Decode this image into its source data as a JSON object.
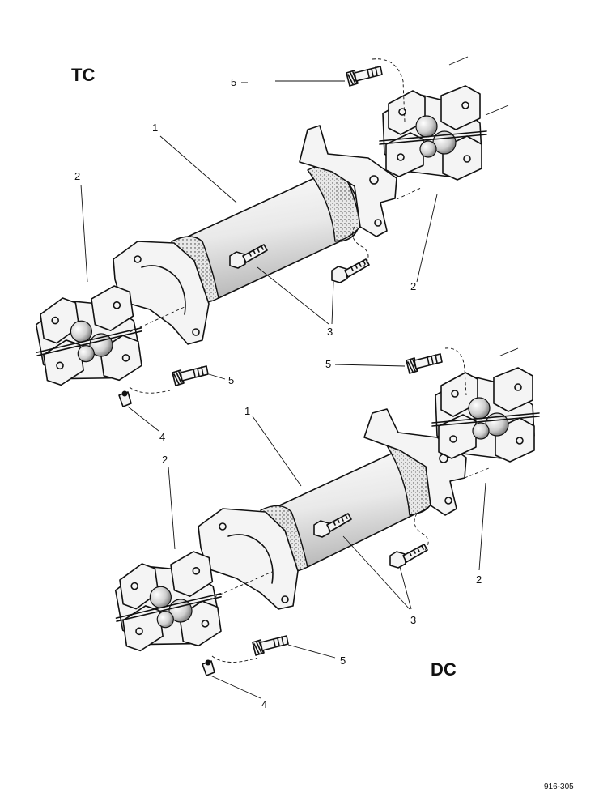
{
  "assemblies": [
    {
      "heading": "TC",
      "callouts": {
        "shaft": "1",
        "joint_left": "2",
        "joint_right": "2",
        "bolts": "3",
        "grease_nipple": "4",
        "stud_left": "5",
        "stud_top": "5"
      }
    },
    {
      "heading": "DC",
      "callouts": {
        "shaft": "1",
        "joint_left": "2",
        "joint_right": "2",
        "bolts": "3",
        "grease_nipple": "4",
        "stud_bottom": "5",
        "stud_top": "5"
      }
    }
  ],
  "figure_ref": "916-305"
}
